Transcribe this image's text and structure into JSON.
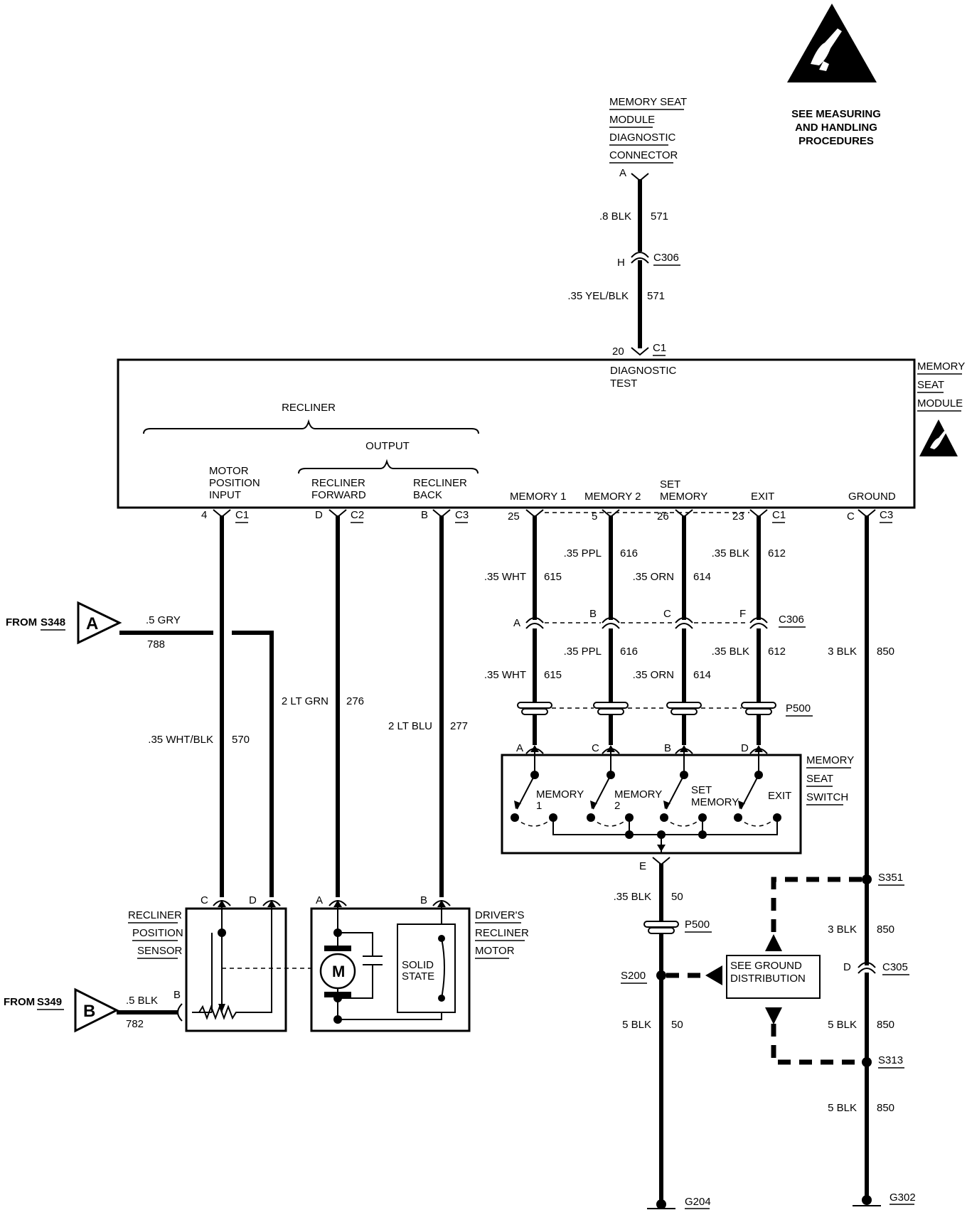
{
  "esd_notice": [
    "SEE MEASURING",
    "AND HANDLING",
    "PROCEDURES"
  ],
  "diag_connector": {
    "label": [
      "MEMORY SEAT",
      "MODULE",
      "DIAGNOSTIC",
      "CONNECTOR"
    ],
    "pin": "A",
    "wire_upper": {
      "gauge_color": ".8 BLK",
      "circuit": "571"
    },
    "c306": {
      "pin": "H",
      "name": "C306"
    },
    "wire_lower": {
      "gauge_color": ".35 YEL/BLK",
      "circuit": "571"
    },
    "module_pin": "20",
    "module_conn": "C1",
    "function": [
      "DIAGNOSTIC",
      "TEST"
    ]
  },
  "module": {
    "name": [
      "MEMORY",
      "SEAT",
      "MODULE"
    ],
    "recliner_label": "RECLINER",
    "output_label": "OUTPUT",
    "terminals": [
      {
        "function": [
          "MOTOR",
          "POSITION",
          "INPUT"
        ],
        "pin": "4",
        "conn": "C1"
      },
      {
        "function": [
          "RECLINER",
          "FORWARD"
        ],
        "pin": "D",
        "conn": "C2"
      },
      {
        "function": [
          "RECLINER",
          "BACK"
        ],
        "pin": "B",
        "conn": "C3"
      },
      {
        "function": [
          "MEMORY  1"
        ],
        "pin": "25",
        "conn": ""
      },
      {
        "function": [
          "MEMORY  2"
        ],
        "pin": "5",
        "conn": ""
      },
      {
        "function": [
          "SET",
          "MEMORY"
        ],
        "pin": "26",
        "conn": ""
      },
      {
        "function": [
          "EXIT"
        ],
        "pin": "23",
        "conn": "C1"
      },
      {
        "function": [
          "GROUND"
        ],
        "pin": "C",
        "conn": "C3"
      }
    ]
  },
  "wires": {
    "w570": {
      "gauge_color": ".35 WHT/BLK",
      "circuit": "570"
    },
    "w276": {
      "gauge_color": "2 LT GRN",
      "circuit": "276"
    },
    "w277": {
      "gauge_color": "2 LT BLU",
      "circuit": "277"
    },
    "w615a": {
      "gauge_color": ".35 WHT",
      "circuit": "615"
    },
    "w616a": {
      "gauge_color": ".35 PPL",
      "circuit": "616"
    },
    "w614a": {
      "gauge_color": ".35 ORN",
      "circuit": "614"
    },
    "w612a": {
      "gauge_color": ".35 BLK",
      "circuit": "612"
    },
    "w615b": {
      "gauge_color": ".35 WHT",
      "circuit": "615"
    },
    "w616b": {
      "gauge_color": ".35 PPL",
      "circuit": "616"
    },
    "w614b": {
      "gauge_color": ".35 ORN",
      "circuit": "614"
    },
    "w612b": {
      "gauge_color": ".35 BLK",
      "circuit": "612"
    },
    "w850a": {
      "gauge_color": "3 BLK",
      "circuit": "850"
    },
    "w850b": {
      "gauge_color": "3 BLK",
      "circuit": "850"
    },
    "w850c": {
      "gauge_color": "5 BLK",
      "circuit": "850"
    },
    "w850d": {
      "gauge_color": "5 BLK",
      "circuit": "850"
    },
    "w50a": {
      "gauge_color": ".35 BLK",
      "circuit": "50"
    },
    "w50b": {
      "gauge_color": "5 BLK",
      "circuit": "50"
    }
  },
  "c306_row": {
    "pins": [
      "A",
      "B",
      "C",
      "F"
    ],
    "name": "C306"
  },
  "p500_row": {
    "name": "P500"
  },
  "from_a": {
    "text": "FROM",
    "splice": "S348",
    "letter": "A",
    "gauge_color": ".5 GRY",
    "circuit": "788"
  },
  "from_b": {
    "text": "FROM",
    "splice": "S349",
    "letter": "B",
    "gauge_color": ".5 BLK",
    "circuit": "782",
    "pin": "B"
  },
  "switch": {
    "name": [
      "MEMORY",
      "SEAT",
      "SWITCH"
    ],
    "top_pins": [
      "A",
      "C",
      "B",
      "D"
    ],
    "labels": [
      [
        "MEMORY",
        "1"
      ],
      [
        "MEMORY",
        "2"
      ],
      [
        "SET",
        "MEMORY"
      ],
      [
        "EXIT"
      ]
    ],
    "out_pin": "E"
  },
  "sensor": {
    "name": [
      "RECLINER",
      "POSITION",
      "SENSOR"
    ],
    "pins": [
      "C",
      "D"
    ]
  },
  "motor": {
    "name": [
      "DRIVER'S",
      "RECLINER",
      "MOTOR"
    ],
    "pins": [
      "A",
      "B"
    ],
    "symbol": "M",
    "solid_state": [
      "SOLID",
      "STATE"
    ]
  },
  "p500_lower": "P500",
  "splices": {
    "s200": "S200",
    "s351": "S351",
    "s313": "S313"
  },
  "c305": {
    "pin": "D",
    "name": "C305"
  },
  "ground_ref": [
    "SEE GROUND",
    "DISTRIBUTION"
  ],
  "grounds": {
    "g204": "G204",
    "g302": "G302"
  }
}
